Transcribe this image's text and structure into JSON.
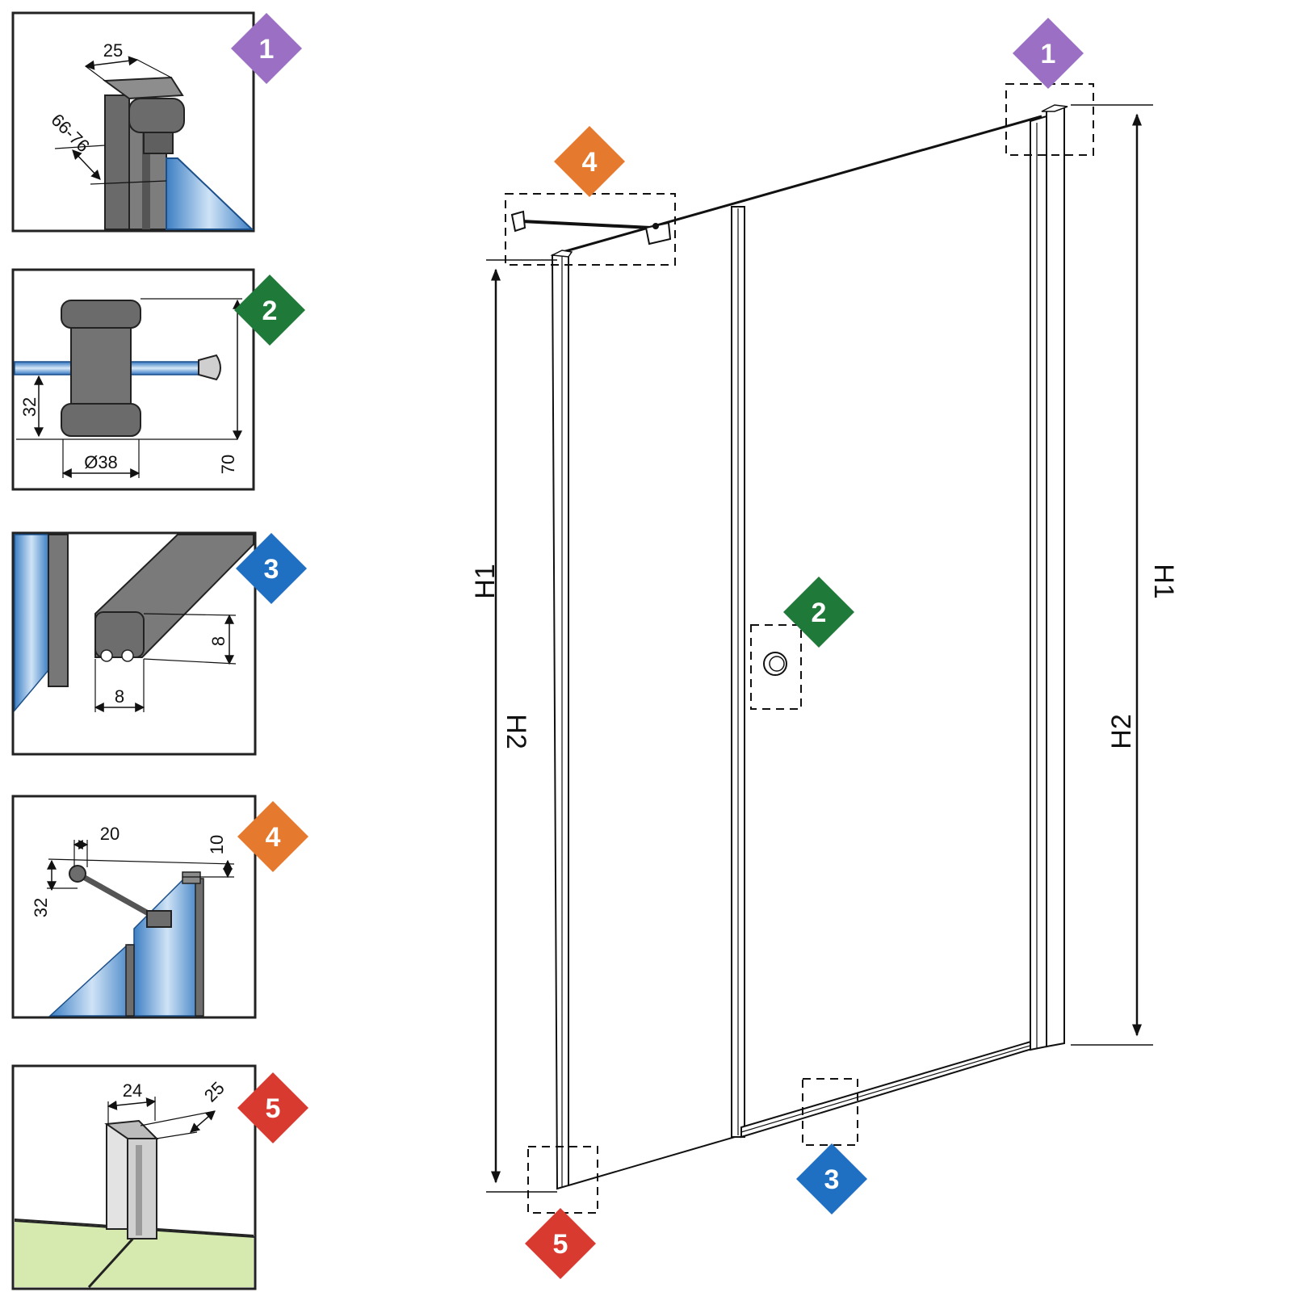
{
  "colors": {
    "purple": "#9b6fc4",
    "green": "#1f7a3a",
    "blue": "#1f6fc2",
    "orange": "#e57a2e",
    "red": "#d93a30",
    "glass": "#6fa8dc",
    "profile": "#6e6e6e",
    "floor": "#d6eab0"
  },
  "badges": {
    "b1": "1",
    "b2": "2",
    "b3": "3",
    "b4": "4",
    "b5": "5"
  },
  "detail1": {
    "width": "25",
    "range": "66-76"
  },
  "detail2": {
    "height_small": "32",
    "diameter": "Ø38",
    "height_total": "70"
  },
  "detail3": {
    "seal_height": "8",
    "seal_width": "8"
  },
  "detail4": {
    "width": "20",
    "offset": "10",
    "height": "32"
  },
  "detail5": {
    "width": "24",
    "depth": "25"
  },
  "heights": {
    "h1_left": "H1",
    "h2_left": "H2",
    "h1_right": "H1",
    "h2_right": "H2"
  }
}
